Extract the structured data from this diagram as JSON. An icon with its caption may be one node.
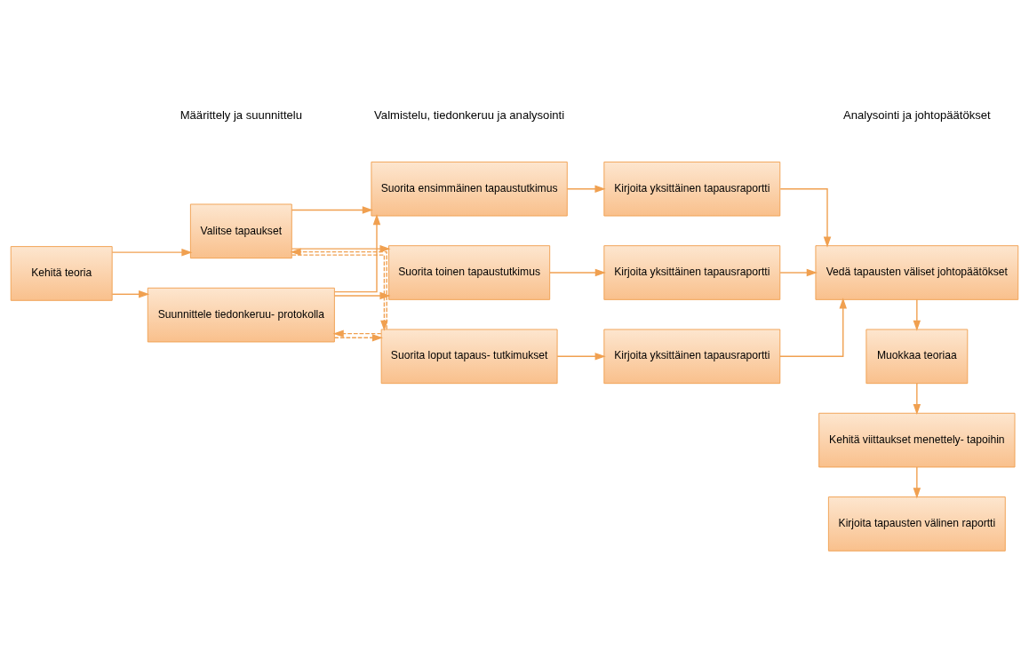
{
  "diagram": {
    "nodes": [
      {
        "text": [
          "Kehitä teoria"
        ]
      },
      {
        "text": [
          "Valitse tapaukset"
        ]
      },
      {
        "text": [
          "Suunnittele tiedonkeruu- protokolla"
        ]
      },
      {
        "text": [
          "Suorita ensimmäinen tapaustutkimus"
        ]
      },
      {
        "text": [
          "Suorita toinen tapaustutkimus"
        ]
      },
      {
        "text": [
          "Suorita loput tapaus- tutkimukset"
        ]
      },
      {
        "text": [
          "Kirjoita yksittäinen tapausraportti"
        ]
      },
      {
        "text": [
          "Kirjoita yksittäinen tapausraportti"
        ]
      },
      {
        "text": [
          "Kirjoita yksittäinen tapausraportti"
        ]
      },
      {
        "text": [
          "Vedä tapausten väliset johtopäätökset"
        ]
      },
      {
        "text": [
          "Muokkaa teoriaa"
        ]
      },
      {
        "text": [
          "Kehitä viittaukset menettely- tapoihin"
        ]
      },
      {
        "text": [
          "Kirjoita tapausten välinen raportti"
        ]
      }
    ],
    "edges": [
      {
        "from": 0,
        "to": 1,
        "arrow": "to"
      },
      {
        "from": 0,
        "to": 2,
        "arrow": "to"
      },
      {
        "from": 1,
        "to": 3,
        "arrow": "to"
      },
      {
        "from": 1,
        "to": 4,
        "arrow": "to"
      },
      {
        "from": 1,
        "to": 5,
        "arrow": "to",
        "style": "dashed"
      },
      {
        "from": 2,
        "to": 3,
        "arrow": "to"
      },
      {
        "from": 2,
        "to": 4,
        "arrow": "to"
      },
      {
        "from": 2,
        "to": 5,
        "arrow": "to",
        "style": "dashed"
      },
      {
        "from": 3,
        "to": 6,
        "arrow": "to"
      },
      {
        "from": 4,
        "to": 7,
        "arrow": "to"
      },
      {
        "from": 5,
        "to": 8,
        "arrow": "to"
      },
      {
        "from": 6,
        "to": 9,
        "arrow": "to"
      },
      {
        "from": 7,
        "to": 9,
        "arrow": "to"
      },
      {
        "from": 8,
        "to": 9,
        "arrow": "to"
      },
      {
        "from": 9,
        "to": 10,
        "arrow": "to"
      },
      {
        "from": 10,
        "to": 11,
        "arrow": "to"
      },
      {
        "from": 11,
        "to": 12,
        "arrow": "to"
      },
      {
        "from": 5,
        "to": 1,
        "arrow": "to",
        "style": "dashed"
      },
      {
        "from": 5,
        "to": 2,
        "arrow": "to",
        "style": "dashed"
      }
    ],
    "labels": [
      "Määrittely ja suunnittelu",
      "Valmistelu, tiedonkeruu ja analysointi",
      "Analysointi ja johtopäätökset"
    ]
  }
}
